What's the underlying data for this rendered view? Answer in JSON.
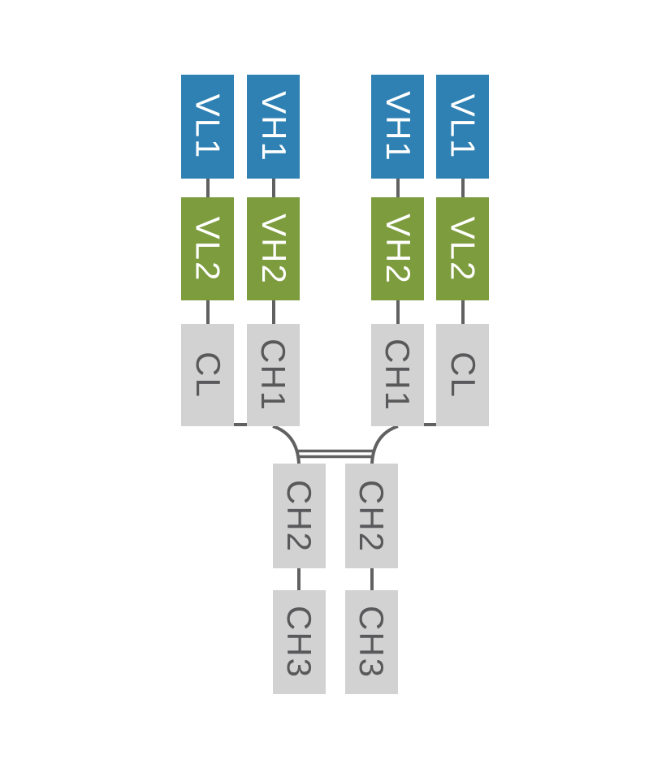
{
  "colors": {
    "domain-blue": "#2e81b2",
    "domain-green": "#7c9c3d",
    "domain-gray": "#d2d2d2",
    "line-gray": "#616161",
    "label-light": "#ffffff",
    "label-dark": "#59595b",
    "background": "#ffffff"
  },
  "rows": [
    {
      "labels": [
        "VL1",
        "VH1",
        "VH1",
        "VL1"
      ]
    },
    {
      "labels": [
        "VL2",
        "VH2",
        "VH2",
        "VL2"
      ]
    },
    {
      "labels": [
        "CL",
        "CH1",
        "CH1",
        "CL"
      ]
    },
    {
      "labels": [
        "CH2",
        "CH2"
      ]
    },
    {
      "labels": [
        "CH3",
        "CH3"
      ]
    }
  ]
}
